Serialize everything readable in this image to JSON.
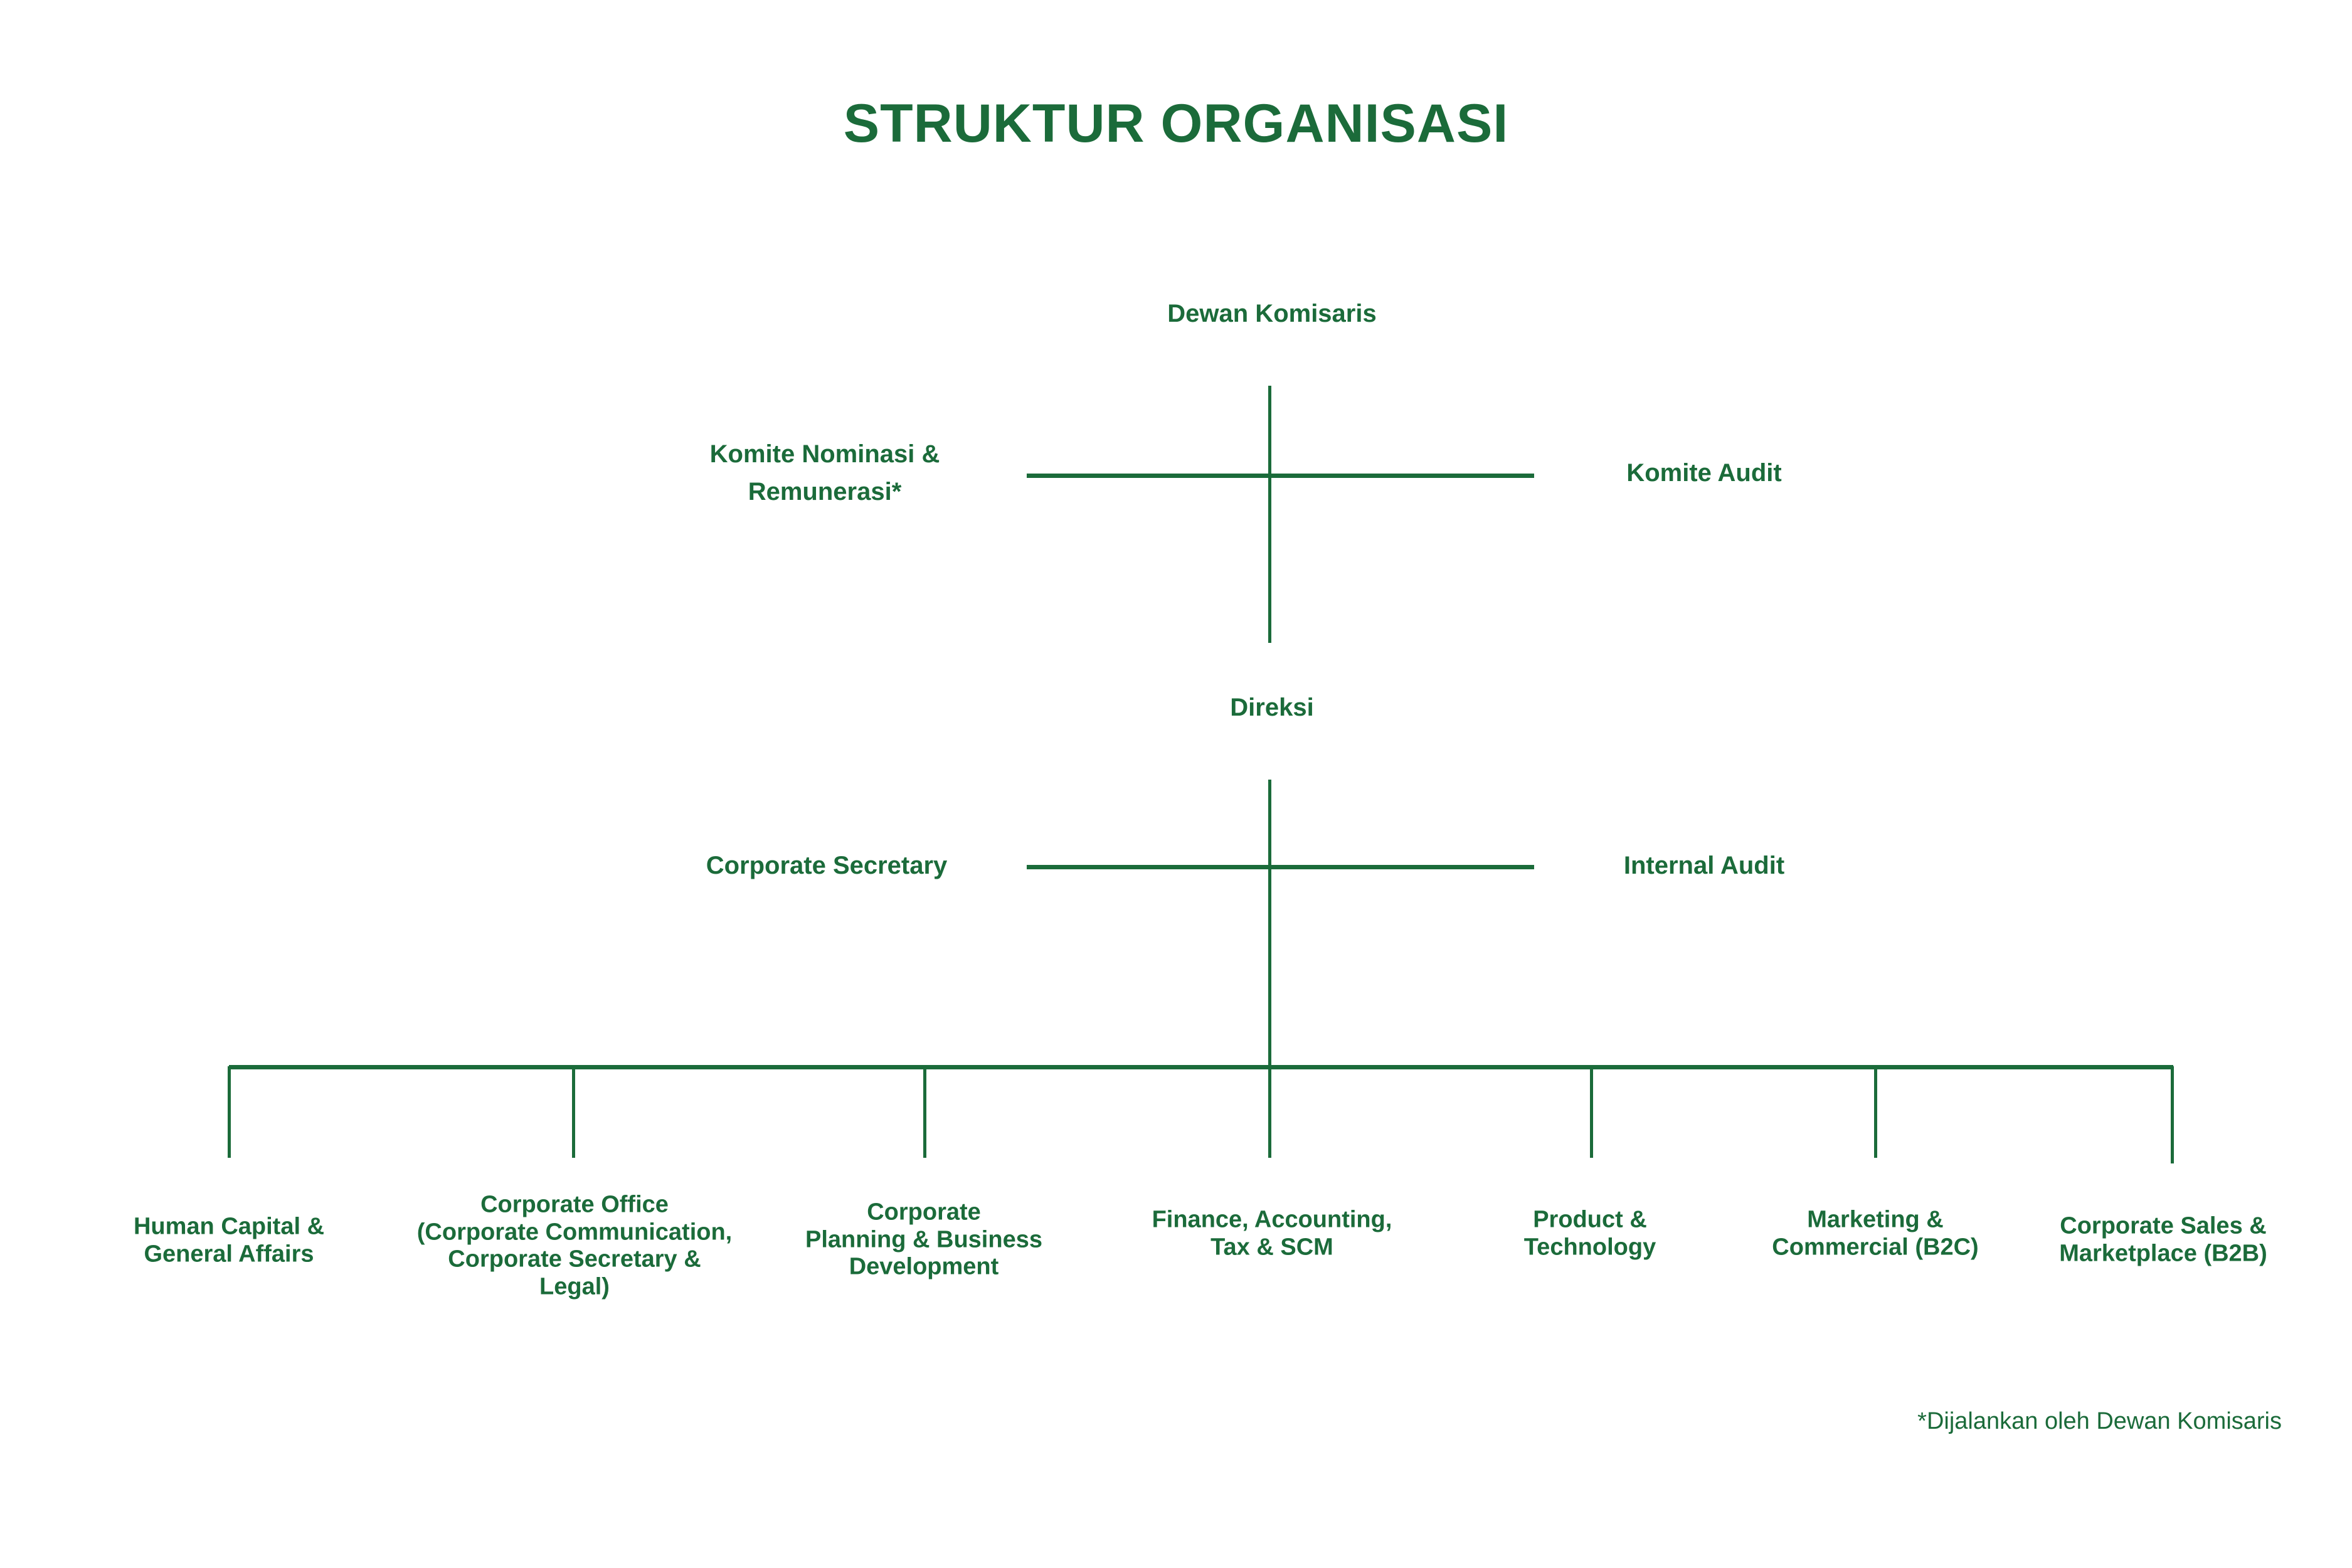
{
  "title": "STRUKTUR ORGANISASI",
  "board": {
    "top": "Dewan Komisaris",
    "committees_left": [
      "Komite Nominasi &",
      "Remunerasi*"
    ],
    "committees_right": "Komite Audit"
  },
  "directors": {
    "label": "Direksi",
    "left": "Corporate Secretary",
    "right": "Internal Audit"
  },
  "units": [
    {
      "lines": [
        "Human Capital &",
        "General Affairs"
      ]
    },
    {
      "lines": [
        "Corporate Office",
        "(Corporate Communication,",
        "Corporate Secretary &",
        "Legal)"
      ]
    },
    {
      "lines": [
        "Corporate",
        "Planning & Business",
        "Development"
      ]
    },
    {
      "lines": [
        "Finance, Accounting,",
        "Tax & SCM"
      ]
    },
    {
      "lines": [
        "Product &",
        "Technology"
      ]
    },
    {
      "lines": [
        "Marketing &",
        "Commercial (B2C)"
      ]
    },
    {
      "lines": [
        "Corporate Sales &",
        "Marketplace (B2B)"
      ]
    }
  ],
  "footnote": "*Dijalankan oleh Dewan Komisaris",
  "colors": {
    "primary": "#1b6b3a",
    "background": "#ffffff"
  }
}
